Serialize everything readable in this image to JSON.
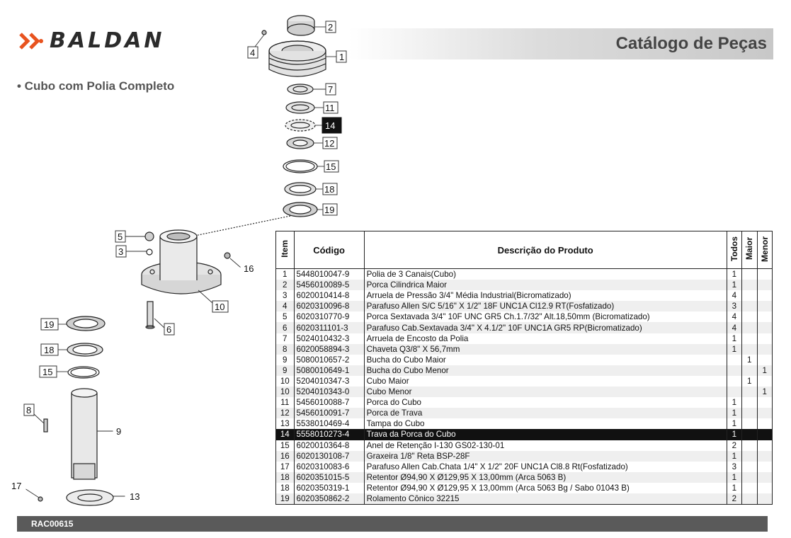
{
  "brand": {
    "name": "BALDAN",
    "mark_icon": "double-chevron-icon"
  },
  "header": {
    "title": "Catálogo de Peças"
  },
  "section": {
    "title": "• Cubo com Polia Completo"
  },
  "diagram": {
    "callouts_top": [
      "2",
      "4",
      "1",
      "7",
      "11",
      "14",
      "12",
      "15",
      "18",
      "19"
    ],
    "callouts_bottom": [
      "5",
      "3",
      "16",
      "10",
      "19",
      "6",
      "18",
      "15",
      "8",
      "9",
      "17",
      "13"
    ]
  },
  "table": {
    "headers": {
      "item": "Item",
      "code": "Código",
      "desc": "Descrição do Produto",
      "todos": "Todos",
      "maior": "Maior",
      "menor": "Menor"
    },
    "rows": [
      {
        "item": "1",
        "code": "5448010047-9",
        "desc": "Polia de 3 Canais(Cubo)",
        "todos": "1",
        "maior": "",
        "menor": ""
      },
      {
        "item": "2",
        "code": "5456010089-5",
        "desc": "Porca Cilindrica Maior",
        "todos": "1",
        "maior": "",
        "menor": ""
      },
      {
        "item": "3",
        "code": "6020010414-8",
        "desc": "Arruela de Pressão 3/4\" Média Industrial(Bicromatizado)",
        "todos": "4",
        "maior": "",
        "menor": ""
      },
      {
        "item": "4",
        "code": "6020310096-8",
        "desc": "Parafuso Allen S/C 5/16\" X 1/2\" 18F UNC1A Cl12.9 RT(Fosfatizado)",
        "todos": "3",
        "maior": "",
        "menor": ""
      },
      {
        "item": "5",
        "code": "6020310770-9",
        "desc": "Porca Sextavada 3/4\" 10F UNC GR5 Ch.1.7/32\" Alt.18,50mm (Bicromatizado)",
        "todos": "4",
        "maior": "",
        "menor": ""
      },
      {
        "item": "6",
        "code": "6020311101-3",
        "desc": "Parafuso Cab.Sextavada 3/4\" X 4.1/2\" 10F UNC1A GR5 RP(Bicromatizado)",
        "todos": "4",
        "maior": "",
        "menor": ""
      },
      {
        "item": "7",
        "code": "5024010432-3",
        "desc": "Arruela de Encosto da Polia",
        "todos": "1",
        "maior": "",
        "menor": ""
      },
      {
        "item": "8",
        "code": "6020058894-3",
        "desc": "Chaveta Q3/8\" X 56,7mm",
        "todos": "1",
        "maior": "",
        "menor": ""
      },
      {
        "item": "9",
        "code": "5080010657-2",
        "desc": "Bucha do Cubo Maior",
        "todos": "",
        "maior": "1",
        "menor": ""
      },
      {
        "item": "9",
        "code": "5080010649-1",
        "desc": "Bucha do Cubo Menor",
        "todos": "",
        "maior": "",
        "menor": "1"
      },
      {
        "item": "10",
        "code": "5204010347-3",
        "desc": "Cubo Maior",
        "todos": "",
        "maior": "1",
        "menor": ""
      },
      {
        "item": "10",
        "code": "5204010343-0",
        "desc": "Cubo Menor",
        "todos": "",
        "maior": "",
        "menor": "1"
      },
      {
        "item": "11",
        "code": "5456010088-7",
        "desc": "Porca do Cubo",
        "todos": "1",
        "maior": "",
        "menor": ""
      },
      {
        "item": "12",
        "code": "5456010091-7",
        "desc": "Porca de Trava",
        "todos": "1",
        "maior": "",
        "menor": ""
      },
      {
        "item": "13",
        "code": "5538010469-4",
        "desc": "Tampa do Cubo",
        "todos": "1",
        "maior": "",
        "menor": ""
      },
      {
        "item": "14",
        "code": "5558010273-4",
        "desc": "Trava da Porca do Cubo",
        "todos": "1",
        "maior": "",
        "menor": "",
        "selected": true
      },
      {
        "item": "15",
        "code": "6020010364-8",
        "desc": "Anel de Retenção I-130 GS02-130-01",
        "todos": "2",
        "maior": "",
        "menor": ""
      },
      {
        "item": "16",
        "code": "6020130108-7",
        "desc": "Graxeira 1/8\" Reta BSP-28F",
        "todos": "1",
        "maior": "",
        "menor": ""
      },
      {
        "item": "17",
        "code": "6020310083-6",
        "desc": "Parafuso Allen Cab.Chata 1/4\" X 1/2\" 20F UNC1A Cl8.8 Rt(Fosfatizado)",
        "todos": "3",
        "maior": "",
        "menor": ""
      },
      {
        "item": "18",
        "code": "6020351015-5",
        "desc": "Retentor Ø94,90 X Ø129,95 X 13,00mm (Arca 5063 B)",
        "todos": "1",
        "maior": "",
        "menor": ""
      },
      {
        "item": "18",
        "code": "6020350319-1",
        "desc": "Retentor Ø94,90 X Ø129,95 X 13,00mm (Arca 5063 Bg / Sabo 01043 B)",
        "todos": "1",
        "maior": "",
        "menor": ""
      },
      {
        "item": "19",
        "code": "6020350862-2",
        "desc": "Rolamento Cônico 32215",
        "todos": "2",
        "maior": "",
        "menor": ""
      }
    ]
  },
  "footer": {
    "code": "RAC00615"
  }
}
